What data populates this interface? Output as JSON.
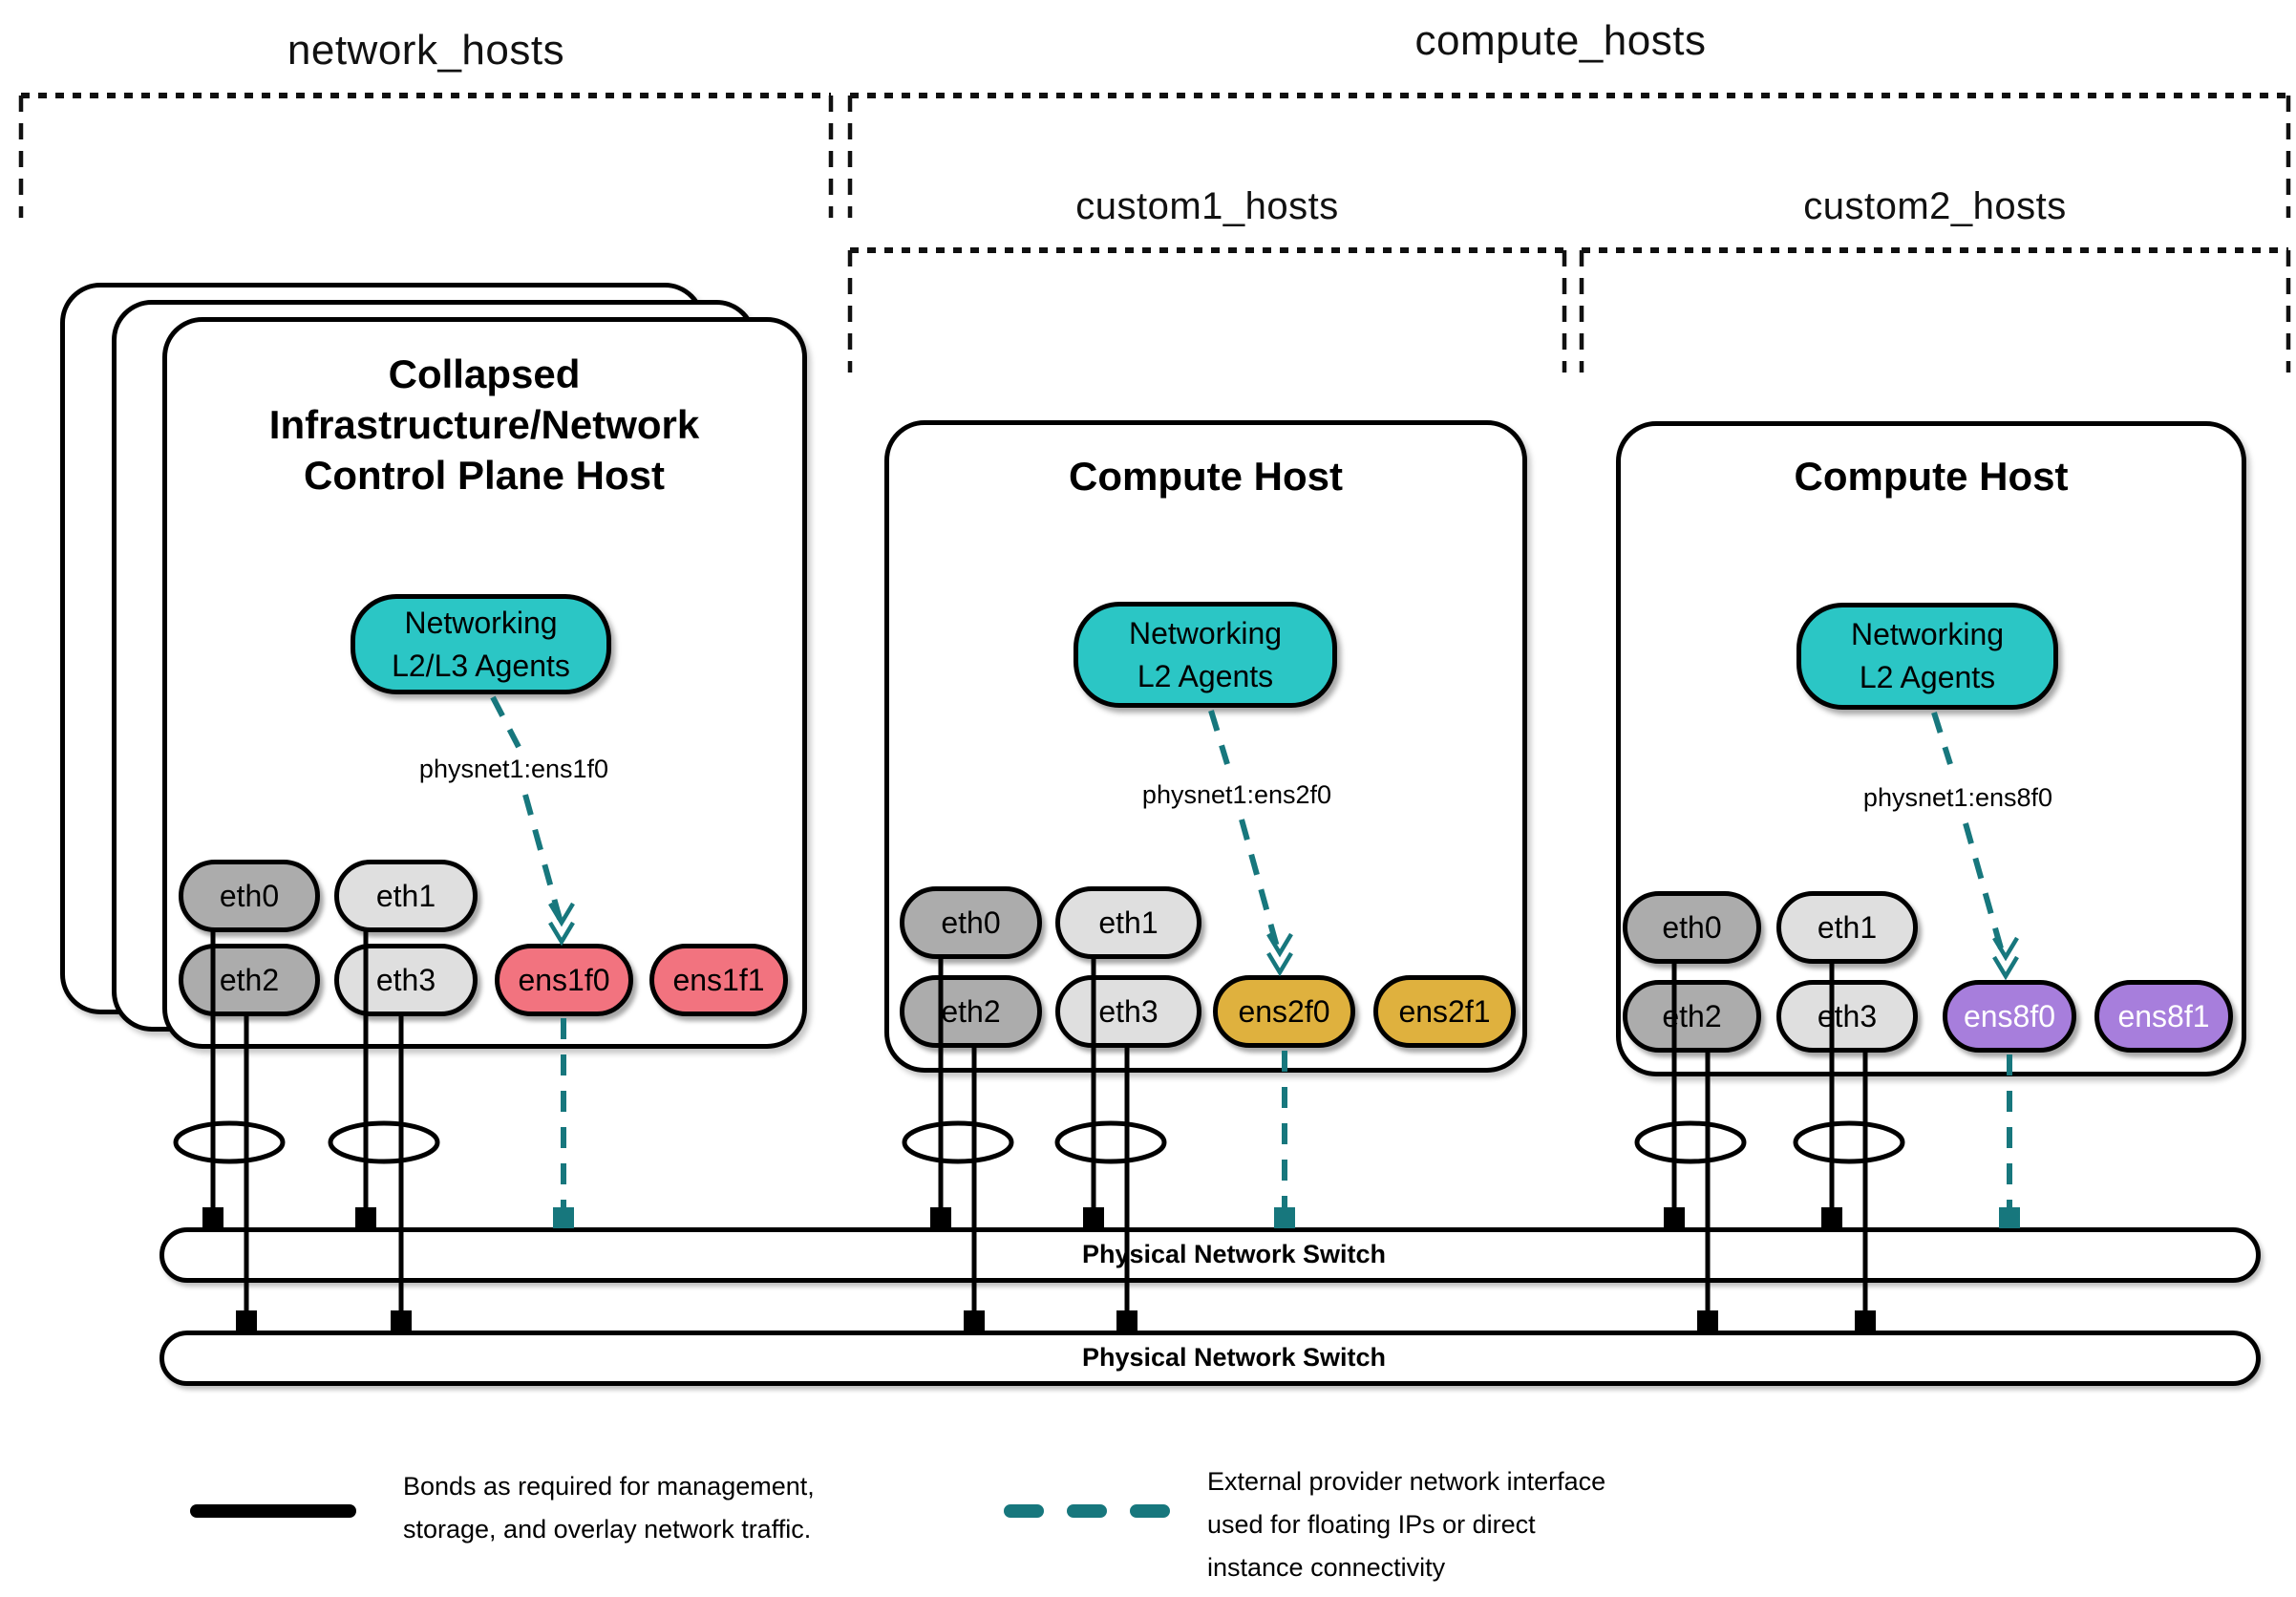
{
  "colors": {
    "teal": "#2BC6C5",
    "teal_dark": "#17777D",
    "pink": "#F2737F",
    "gold": "#DFB13E",
    "purple": "#A77EDC",
    "gray_dark": "#ACACAC",
    "gray_light": "#DFDFDF"
  },
  "group_labels": {
    "network_hosts": "network_hosts",
    "compute_hosts": "compute_hosts",
    "custom1_hosts": "custom1_hosts",
    "custom2_hosts": "custom2_hosts"
  },
  "hosts": [
    {
      "title": "Collapsed Infrastructure/Network Control Plane Host",
      "agent_line1": "Networking",
      "agent_line2": "L2/L3 Agents",
      "physnet_label": "physnet1:ens1f0",
      "nics": [
        "eth0",
        "eth1",
        "eth2",
        "eth3",
        "ens1f0",
        "ens1f1"
      ]
    },
    {
      "title": "Compute Host",
      "agent_line1": "Networking",
      "agent_line2": "L2 Agents",
      "physnet_label": "physnet1:ens2f0",
      "nics": [
        "eth0",
        "eth1",
        "eth2",
        "eth3",
        "ens2f0",
        "ens2f1"
      ]
    },
    {
      "title": "Compute Host",
      "agent_line1": "Networking",
      "agent_line2": "L2 Agents",
      "physnet_label": "physnet1:ens8f0",
      "nics": [
        "eth0",
        "eth1",
        "eth2",
        "eth3",
        "ens8f0",
        "ens8f1"
      ]
    }
  ],
  "switches": [
    {
      "label": "Physical Network Switch"
    },
    {
      "label": "Physical Network Switch"
    }
  ],
  "legend": {
    "bond_line1": "Bonds as required for management,",
    "bond_line2": "storage, and overlay network traffic.",
    "external_line1": "External provider network interface",
    "external_line2": "used for floating IPs or direct",
    "external_line3": "instance connectivity"
  }
}
